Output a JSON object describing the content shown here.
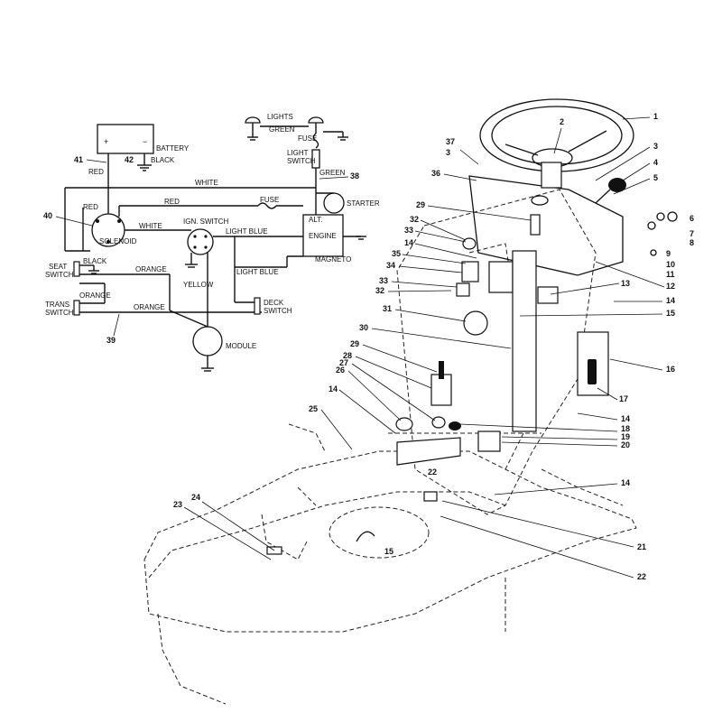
{
  "wiring": {
    "battery": "BATTERY",
    "battery_plus": "+",
    "battery_minus": "−",
    "lights": "LIGHTS",
    "light_switch_1": "LIGHT",
    "light_switch_2": "SWITCH",
    "fuse_top": "FUSE",
    "fuse_mid": "FUSE",
    "starter": "STARTER",
    "alt": "ALT.",
    "engine": "ENGINE",
    "magneto": "MAGNETO",
    "solenoid": "SOLENOID",
    "ign_switch": "IGN. SWITCH",
    "seat_switch_1": "SEAT",
    "seat_switch_2": "SWITCH",
    "trans_switch_1": "TRANS",
    "trans_switch_2": "SWITCH",
    "deck_switch_1": "DECK",
    "deck_switch_2": "SWITCH",
    "module": "MODULE",
    "wire_red_1": "RED",
    "wire_red_2": "RED",
    "wire_red_3": "RED",
    "wire_black_1": "BLACK",
    "wire_black_2": "BLACK",
    "wire_white_1": "WHITE",
    "wire_white_2": "WHITE",
    "wire_green_1": "GREEN",
    "wire_green_2": "GREEN",
    "wire_light_blue_1": "LIGHT BLUE",
    "wire_light_blue_2": "LIGHT BLUE",
    "wire_yellow": "YELLOW",
    "wire_orange_1": "ORANGE",
    "wire_orange_2": "ORANGE",
    "wire_orange_3": "ORANGE",
    "ref_41": "41",
    "ref_42": "42",
    "ref_40": "40",
    "ref_38": "38",
    "ref_39": "39"
  },
  "callouts": {
    "c1": "1",
    "c2": "2",
    "c3a": "3",
    "c3b": "3",
    "c4": "4",
    "c5": "5",
    "c6": "6",
    "c7": "7",
    "c8": "8",
    "c9": "9",
    "c10": "10",
    "c11": "11",
    "c12": "12",
    "c13": "13",
    "c14a": "14",
    "c14b": "14",
    "c14c": "14",
    "c14d": "14",
    "c14e": "14",
    "c15a": "15",
    "c15b": "15",
    "c16": "16",
    "c17": "17",
    "c18": "18",
    "c19": "19",
    "c20": "20",
    "c21": "21",
    "c22a": "22",
    "c22b": "22",
    "c23": "23",
    "c24": "24",
    "c25": "25",
    "c26": "26",
    "c27": "27",
    "c28": "28",
    "c29a": "29",
    "c29b": "29",
    "c30": "30",
    "c31": "31",
    "c32a": "32",
    "c32b": "32",
    "c33a": "33",
    "c33b": "33",
    "c34": "34",
    "c35": "35",
    "c36": "36",
    "c37": "37"
  }
}
